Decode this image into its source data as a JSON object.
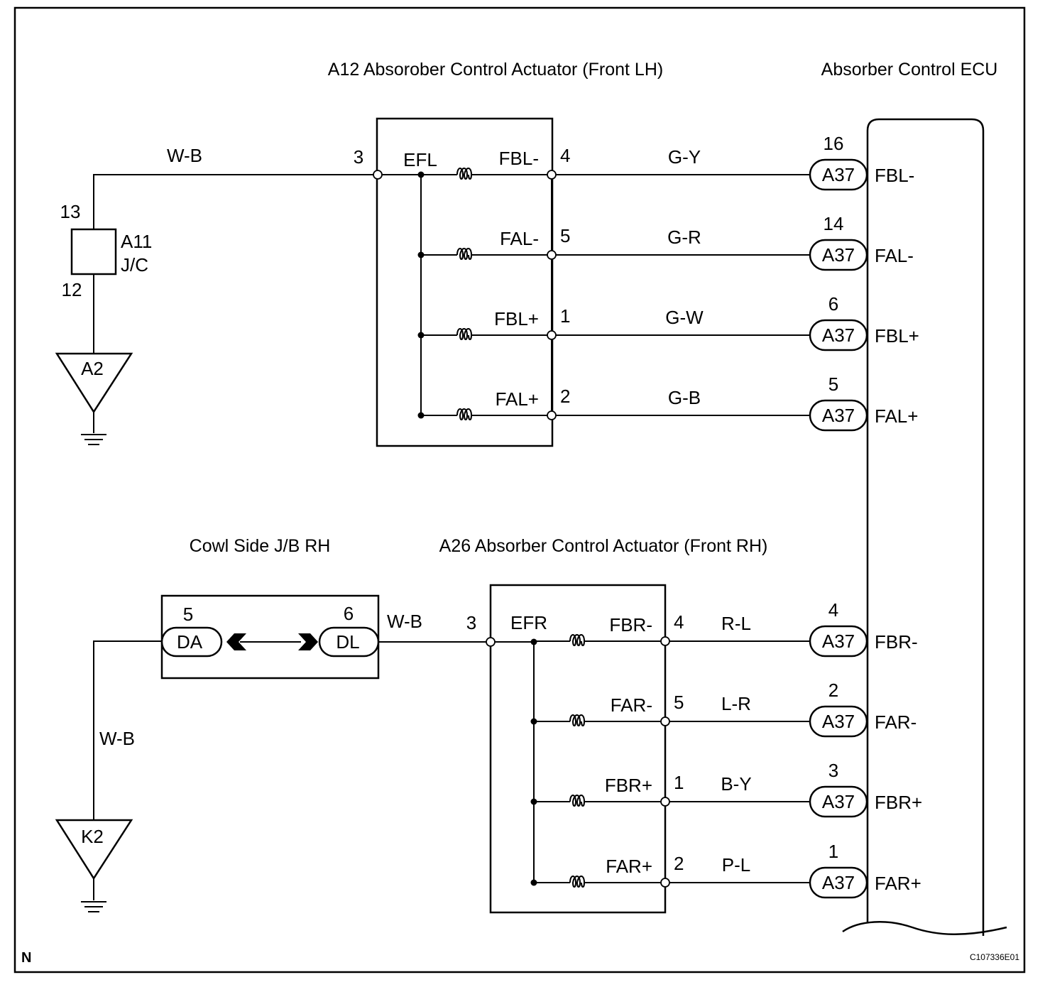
{
  "titles": {
    "a12": "A12 Absorober Control Actuator (Front LH)",
    "ecu": "Absorber Control ECU",
    "cowl": "Cowl Side J/B RH",
    "a26": "A26 Absorber Control Actuator (Front RH)"
  },
  "corner_mark": "N",
  "figure_code": "C107336E01",
  "jc": {
    "name": "A11",
    "type": "J/C",
    "pin_top": "13",
    "pin_bottom": "12"
  },
  "ground_lh": "A2",
  "ground_rh": "K2",
  "lh_supply": {
    "wire": "W-B",
    "pin": "3",
    "node": "EFL"
  },
  "rh_supply": {
    "wire_in": "W-B",
    "wire_out": "W-B",
    "pin": "3",
    "node": "EFR"
  },
  "cowl_box": {
    "left": {
      "pin": "5",
      "conn": "DA"
    },
    "right": {
      "pin": "6",
      "conn": "DL"
    }
  },
  "lh_lines": [
    {
      "signal": "FBL-",
      "pin": "4",
      "wire": "G-Y",
      "ecu_pin": "16",
      "conn": "A37",
      "ecu_signal": "FBL-"
    },
    {
      "signal": "FAL-",
      "pin": "5",
      "wire": "G-R",
      "ecu_pin": "14",
      "conn": "A37",
      "ecu_signal": "FAL-"
    },
    {
      "signal": "FBL+",
      "pin": "1",
      "wire": "G-W",
      "ecu_pin": "6",
      "conn": "A37",
      "ecu_signal": "FBL+"
    },
    {
      "signal": "FAL+",
      "pin": "2",
      "wire": "G-B",
      "ecu_pin": "5",
      "conn": "A37",
      "ecu_signal": "FAL+"
    }
  ],
  "rh_lines": [
    {
      "signal": "FBR-",
      "pin": "4",
      "wire": "R-L",
      "ecu_pin": "4",
      "conn": "A37",
      "ecu_signal": "FBR-"
    },
    {
      "signal": "FAR-",
      "pin": "5",
      "wire": "L-R",
      "ecu_pin": "2",
      "conn": "A37",
      "ecu_signal": "FAR-"
    },
    {
      "signal": "FBR+",
      "pin": "1",
      "wire": "B-Y",
      "ecu_pin": "3",
      "conn": "A37",
      "ecu_signal": "FBR+"
    },
    {
      "signal": "FAR+",
      "pin": "2",
      "wire": "P-L",
      "ecu_pin": "1",
      "conn": "A37",
      "ecu_signal": "FAR+"
    }
  ]
}
